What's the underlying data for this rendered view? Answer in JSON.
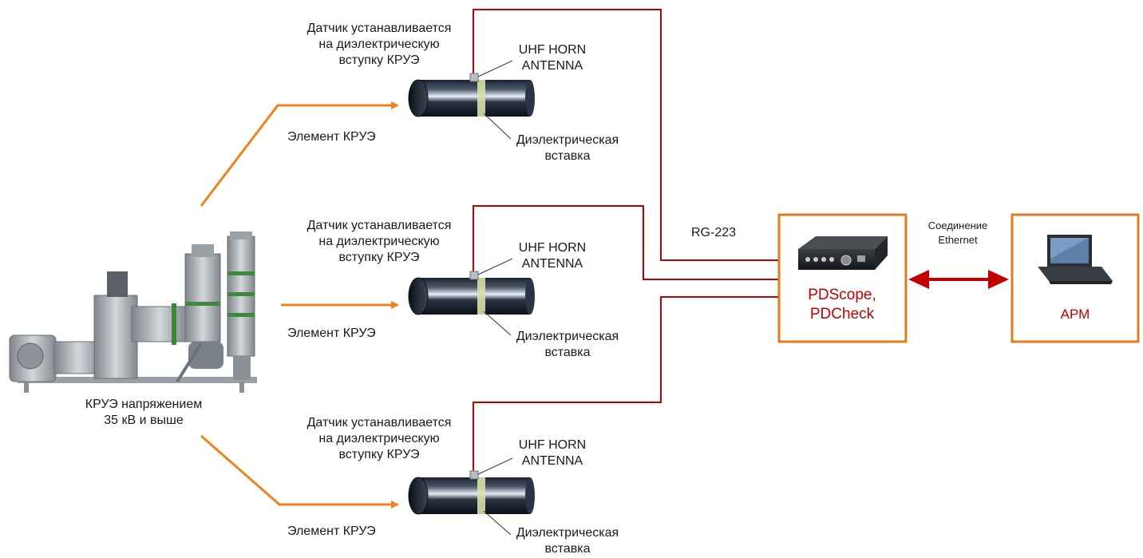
{
  "gis": {
    "caption_line1": "КРУЭ напряжением",
    "caption_line2": "35 кВ и выше"
  },
  "branches": [
    {
      "sensor_line1": "Датчик устанавливается",
      "sensor_line2": "на диэлектрическую",
      "sensor_line3": "вступку КРУЭ",
      "antenna_line1": "UHF HORN",
      "antenna_line2": "ANTENNA",
      "insert_line1": "Диэлектрическая",
      "insert_line2": "вставка",
      "element_label": "Элемент КРУЭ"
    },
    {
      "sensor_line1": "Датчик устанавливается",
      "sensor_line2": "на диэлектрическую",
      "sensor_line3": "вступку КРУЭ",
      "antenna_line1": "UHF HORN",
      "antenna_line2": "ANTENNA",
      "insert_line1": "Диэлектрическая",
      "insert_line2": "вставка",
      "element_label": "Элемент КРУЭ"
    },
    {
      "sensor_line1": "Датчик устанавливается",
      "sensor_line2": "на диэлектрическую",
      "sensor_line3": "вступку КРУЭ",
      "antenna_line1": "UHF HORN",
      "antenna_line2": "ANTENNA",
      "insert_line1": "Диэлектрическая",
      "insert_line2": "вставка",
      "element_label": "Элемент КРУЭ"
    }
  ],
  "cable_label": "RG-223",
  "device": {
    "line1": "PDScope,",
    "line2": "PDCheck"
  },
  "connection": {
    "line1": "Соединение",
    "line2": "Ethernet"
  },
  "workstation": {
    "label": "АРМ"
  },
  "colors": {
    "orange": "#f0821e",
    "box_border": "#e07b1e",
    "cable_red": "#c00000",
    "device_text": "#c00000"
  }
}
